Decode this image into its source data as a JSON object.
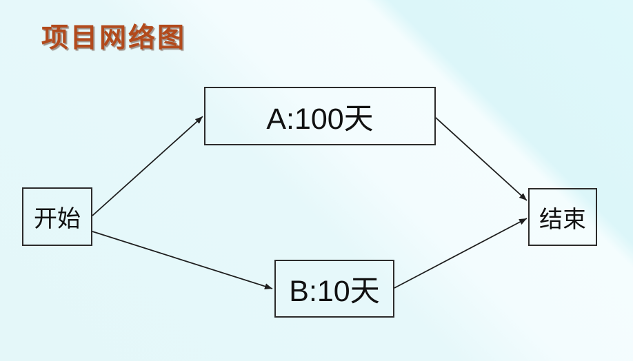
{
  "title": "项目网络图",
  "colors": {
    "title_text": "#b24a1c",
    "background_cyan": "#dff8fa",
    "background_band": "#f3fcfe",
    "node_border": "#2b2b2b",
    "node_text": "#111111",
    "edge_line": "#1f1f1f"
  },
  "diagram": {
    "nodes": [
      {
        "id": "start",
        "label": "开始"
      },
      {
        "id": "task-a",
        "label": "A:100天"
      },
      {
        "id": "task-b",
        "label": "B:10天"
      },
      {
        "id": "end",
        "label": "结束"
      }
    ],
    "edges": [
      {
        "from": "start",
        "to": "task-a"
      },
      {
        "from": "start",
        "to": "task-b"
      },
      {
        "from": "task-a",
        "to": "end"
      },
      {
        "from": "task-b",
        "to": "end"
      }
    ]
  }
}
